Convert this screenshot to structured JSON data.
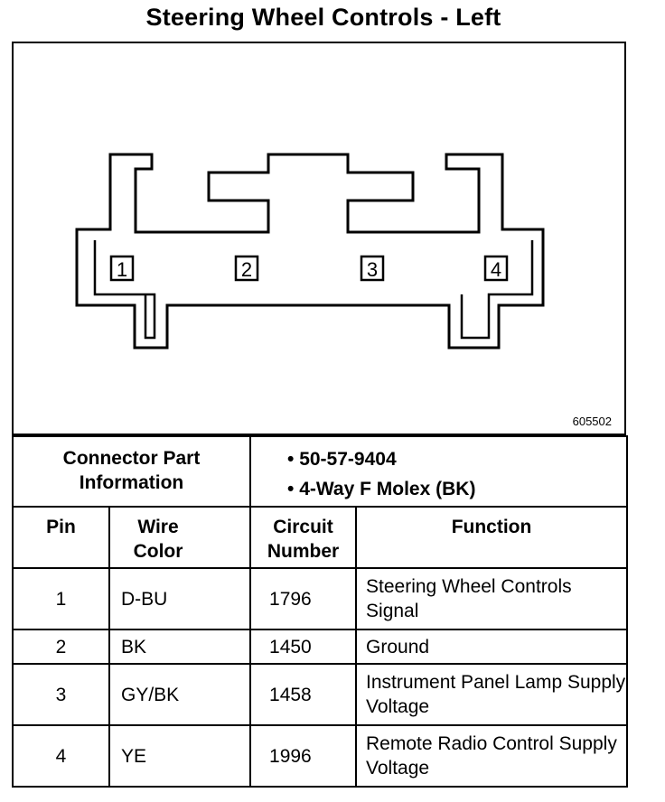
{
  "title": "Steering Wheel Controls - Left",
  "figure_id": "605502",
  "connector": {
    "pins": [
      "1",
      "2",
      "3",
      "4"
    ]
  },
  "info": {
    "label": "Connector Part Information",
    "items": [
      "50-57-9404",
      "4-Way F Molex (BK)"
    ]
  },
  "table": {
    "headers": {
      "pin": "Pin",
      "wire_color": "Wire Color",
      "circuit_number": "Circuit Number",
      "function": "Function"
    },
    "rows": [
      {
        "pin": "1",
        "wire_color": "D-BU",
        "circuit": "1796",
        "function": "Steering Wheel Controls Signal"
      },
      {
        "pin": "2",
        "wire_color": "BK",
        "circuit": "1450",
        "function": "Ground"
      },
      {
        "pin": "3",
        "wire_color": "GY/BK",
        "circuit": "1458",
        "function": "Instrument Panel Lamp Supply Voltage"
      },
      {
        "pin": "4",
        "wire_color": "YE",
        "circuit": "1996",
        "function": "Remote Radio Control Supply Voltage"
      }
    ]
  }
}
